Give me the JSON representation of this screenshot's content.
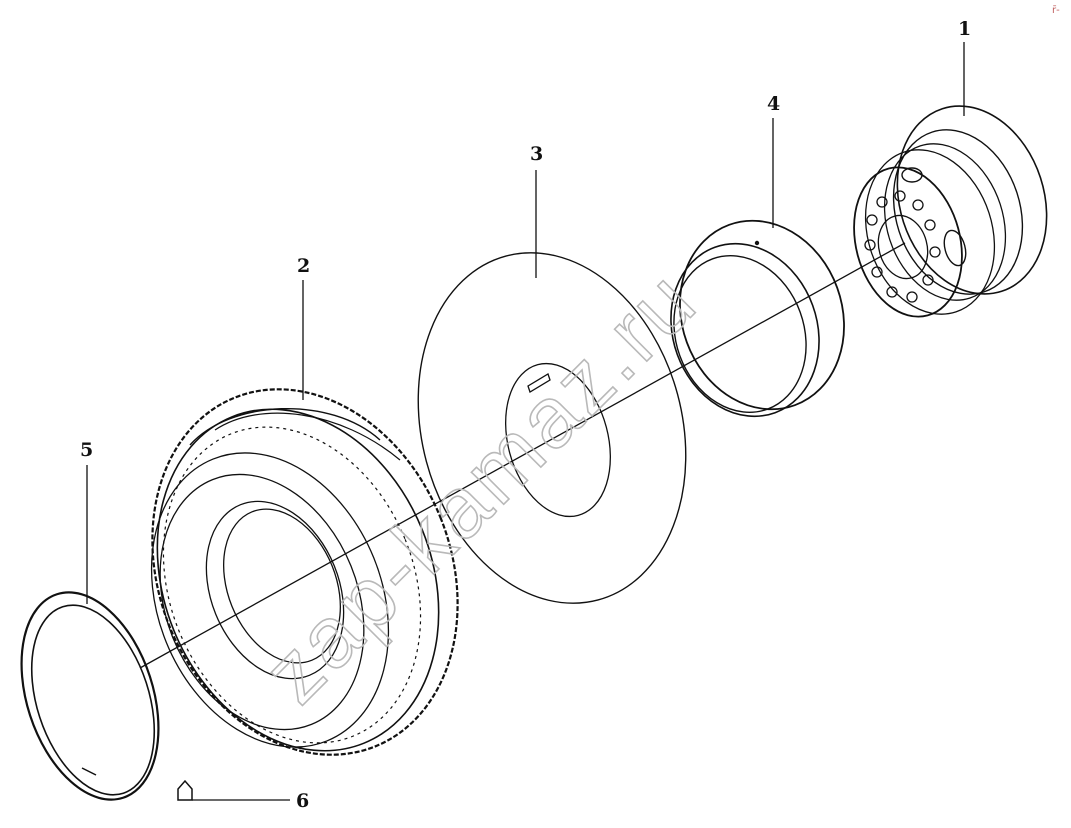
{
  "diagram": {
    "callouts": [
      {
        "id": "1",
        "part": "wheel-disc"
      },
      {
        "id": "2",
        "part": "tire"
      },
      {
        "id": "3",
        "part": "rim-flap"
      },
      {
        "id": "4",
        "part": "side-ring"
      },
      {
        "id": "5",
        "part": "lock-ring"
      },
      {
        "id": "6",
        "part": "valve-cap"
      }
    ],
    "watermark": "zap-kamaz.ru",
    "corner_mark": "r̄-"
  }
}
